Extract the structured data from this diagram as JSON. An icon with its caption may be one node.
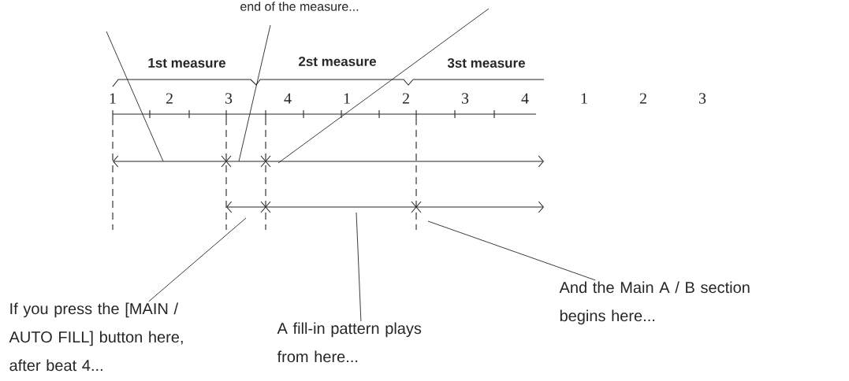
{
  "diagram": {
    "nodes": [
      {
        "text": [
          "If you press the [MAIN / AUTO FILL] button here, after beat 4..."
        ]
      },
      {
        "text": [
          "A fill-in pattern plays from here..."
        ]
      },
      {
        "text": [
          "And the Main A / B section begins here..."
        ]
      }
    ],
    "edges": [
      {
        "from": 0,
        "to": null,
        "arrow": "none"
      },
      {
        "from": 1,
        "to": null,
        "arrow": "none"
      },
      {
        "from": 2,
        "to": null,
        "arrow": "none"
      }
    ],
    "labels": [
      "end of the measure...",
      "1st measure",
      "2st measure",
      "3st measure",
      "1",
      "2",
      "3",
      "4",
      "1",
      "2",
      "3",
      "4",
      "1",
      "2",
      "3"
    ]
  }
}
